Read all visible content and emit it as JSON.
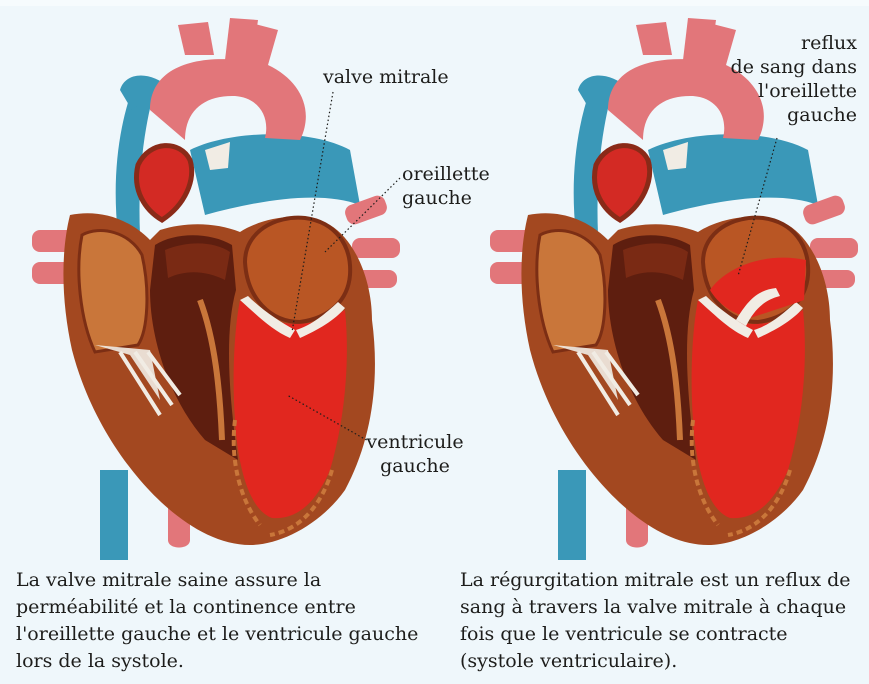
{
  "colors": {
    "background": "#eff7fb",
    "myocardium": "#a34820",
    "myocardium_light": "#c9763a",
    "chamber_dark": "#5e1e0f",
    "oxygenated_blood": "#e1271f",
    "aorta": "#e2767a",
    "vena_cava": "#3a98b8",
    "valve": "#f1ece4"
  },
  "left_diagram": {
    "labels": {
      "mitral_valve": "valve mitrale",
      "left_atrium": [
        "oreillette",
        "gauche"
      ],
      "left_ventricle": [
        "ventricule",
        "gauche"
      ]
    },
    "caption": "La valve mitrale saine assure la perméabilité et la continence entre l'oreillette gauche et le ventricule gauche lors de la systole."
  },
  "right_diagram": {
    "labels": {
      "reflux": [
        "reflux",
        "de sang dans",
        "l'oreillette",
        "gauche"
      ]
    },
    "caption": "La régurgitation mitrale est un reflux de sang à travers la valve mitrale à chaque fois que le ventricule se contracte (systole ventriculaire)."
  }
}
